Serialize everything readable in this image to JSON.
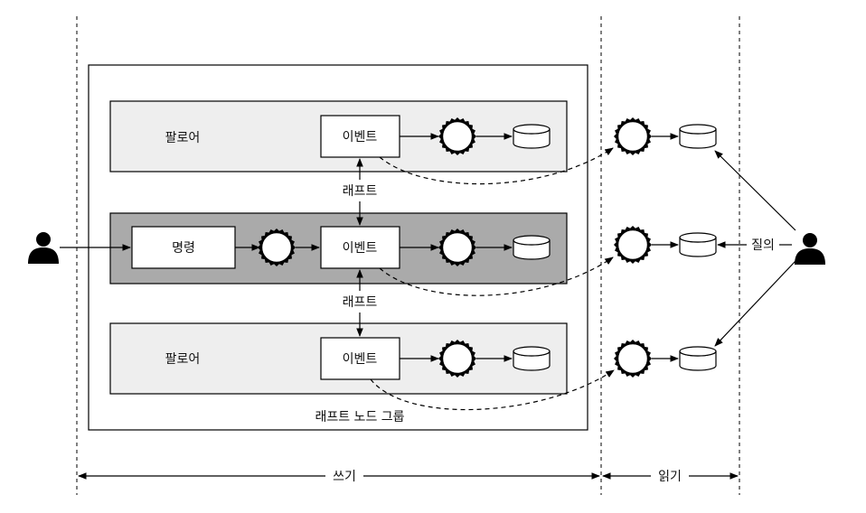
{
  "labels": {
    "follower_top": "팔로어",
    "follower_bottom": "팔로어",
    "command": "명령",
    "event_top": "이벤트",
    "event_mid": "이벤트",
    "event_bottom": "이벤트",
    "raft_top": "래프트",
    "raft_bottom": "래프트",
    "group_caption": "래프트 노드 그룹",
    "query": "질의",
    "write_section": "쓰기",
    "read_section": "읽기"
  },
  "icons": {
    "writer": "person-icon",
    "reader": "person-icon",
    "processor": "cog-circle-icon",
    "storage": "database-cylinder-icon"
  },
  "colors": {
    "leader_lane": "#aaaaaa",
    "follower_lane": "#eeeeee",
    "line": "#000000"
  }
}
